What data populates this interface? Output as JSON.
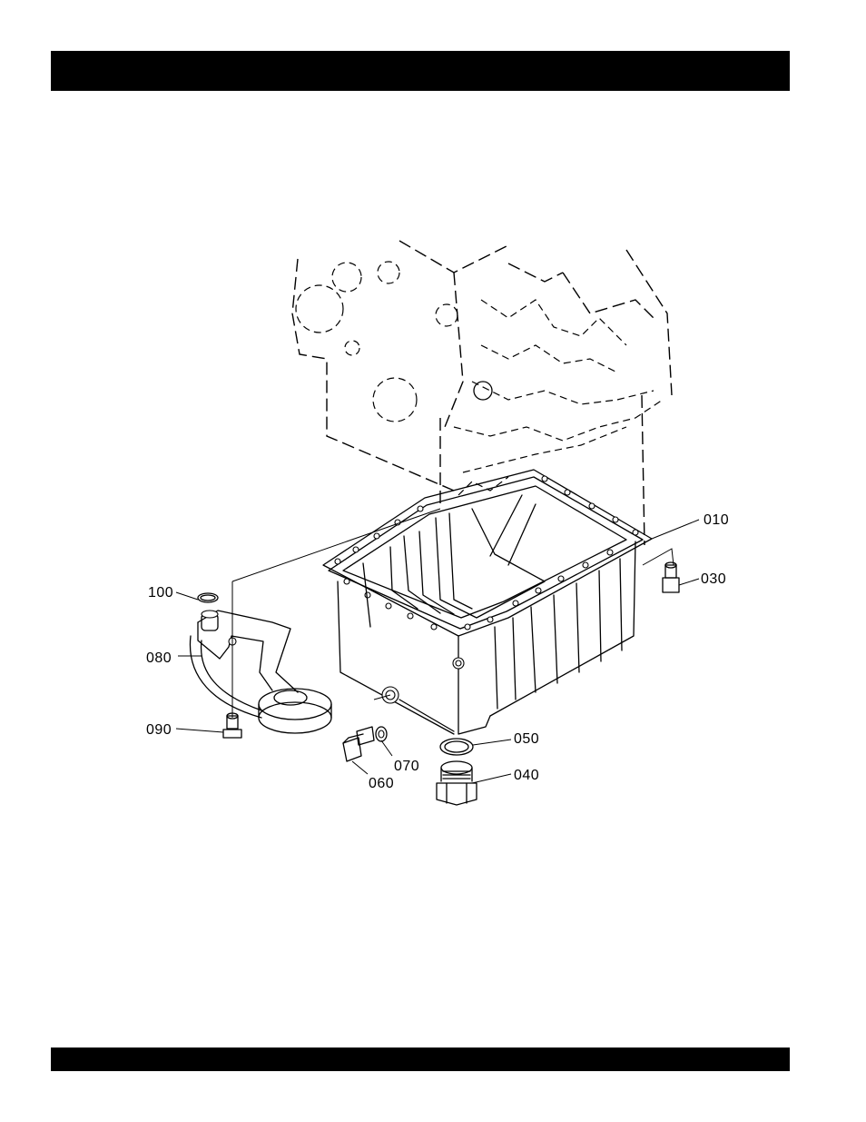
{
  "header_bar": {
    "color": "#000000"
  },
  "footer_bar": {
    "color": "#000000"
  },
  "callouts": {
    "c010": "010",
    "c030": "030",
    "c040": "040",
    "c050": "050",
    "c060": "060",
    "c070": "070",
    "c080": "080",
    "c090": "090",
    "c100": "100"
  },
  "icons": {
    "engine_block": "engine-block-outline",
    "oil_pan": "oil-pan",
    "oil_strainer": "oil-strainer-pipe"
  }
}
